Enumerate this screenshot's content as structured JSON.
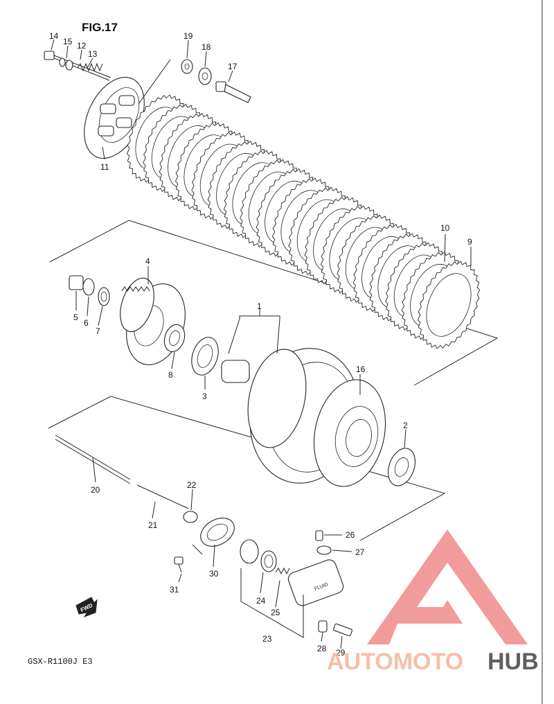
{
  "figure_title": "FIG.17",
  "footer_model": "GSX-R1100J E3",
  "fwd_label": "FWD",
  "cylinder_text": "FLUID",
  "logo": {
    "text_a": "AUTOMOTO",
    "text_b": "HUB",
    "color_a": "#f5b49a",
    "color_b": "#444444",
    "mark_color": "#f08a8a"
  },
  "callouts": {
    "c1": "1",
    "c2": "2",
    "c3": "3",
    "c4": "4",
    "c5": "5",
    "c6": "6",
    "c7": "7",
    "c8": "8",
    "c9": "9",
    "c10": "10",
    "c11": "11",
    "c12": "12",
    "c13": "13",
    "c14": "14",
    "c15": "15",
    "c16": "16",
    "c17": "17",
    "c18": "18",
    "c19": "19",
    "c20": "20",
    "c21": "21",
    "c22": "22",
    "c23": "23",
    "c24": "24",
    "c25": "25",
    "c26": "26",
    "c27": "27",
    "c28": "28",
    "c29": "29",
    "c30": "30",
    "c31": "31"
  }
}
